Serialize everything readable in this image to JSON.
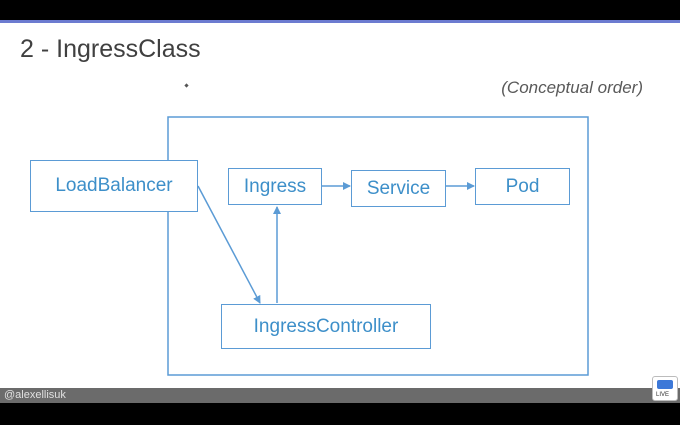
{
  "slide": {
    "title": "2 - IngressClass",
    "note": "(Conceptual order)"
  },
  "diagram": {
    "nodes": [
      {
        "id": "loadbalancer",
        "label": "LoadBalancer"
      },
      {
        "id": "ingress",
        "label": "Ingress"
      },
      {
        "id": "service",
        "label": "Service"
      },
      {
        "id": "pod",
        "label": "Pod"
      },
      {
        "id": "ingresscontroller",
        "label": "IngressController"
      }
    ],
    "edges": [
      {
        "from": "loadbalancer",
        "to": "ingresscontroller"
      },
      {
        "from": "ingresscontroller",
        "to": "ingress"
      },
      {
        "from": "ingress",
        "to": "service"
      },
      {
        "from": "service",
        "to": "pod"
      }
    ],
    "colors": {
      "stroke": "#5b9bd5",
      "text": "#3d8fc9",
      "container": "#5b9bd5"
    }
  },
  "footer": {
    "handle": "@alexellisuk",
    "widget_label": "LIVE"
  }
}
